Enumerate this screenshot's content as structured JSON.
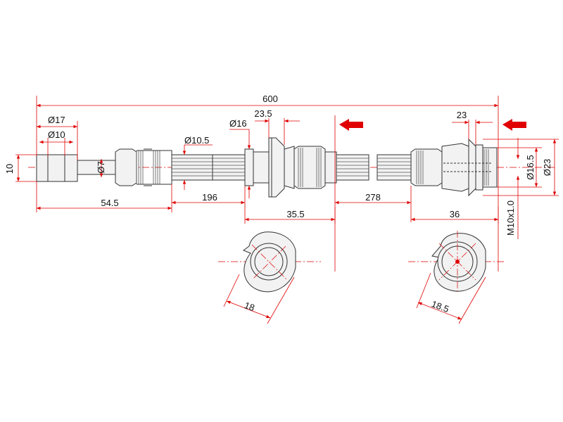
{
  "dimensions": {
    "overall_length": "600",
    "dia_17": "Ø17",
    "dia_10_top": "Ø10",
    "height_10": "10",
    "dia_7": "Ø7",
    "dia_10_5": "Ø10.5",
    "dia_16": "Ø16",
    "width_23_5": "23.5",
    "width_23": "23",
    "dia_16_5": "Ø16.5",
    "dia_23": "Ø23",
    "thread": "M10x1.0",
    "len_54_5": "54.5",
    "len_196": "196",
    "len_35_5": "35.5",
    "len_278": "278",
    "len_36": "36",
    "bracket_left": "18",
    "bracket_right": "18.5"
  },
  "colors": {
    "dimension_line": "#e00000",
    "arrow": "#e00000",
    "part_outline": "#333333"
  },
  "icons": {
    "direction_arrow": "left-arrow-icon"
  }
}
